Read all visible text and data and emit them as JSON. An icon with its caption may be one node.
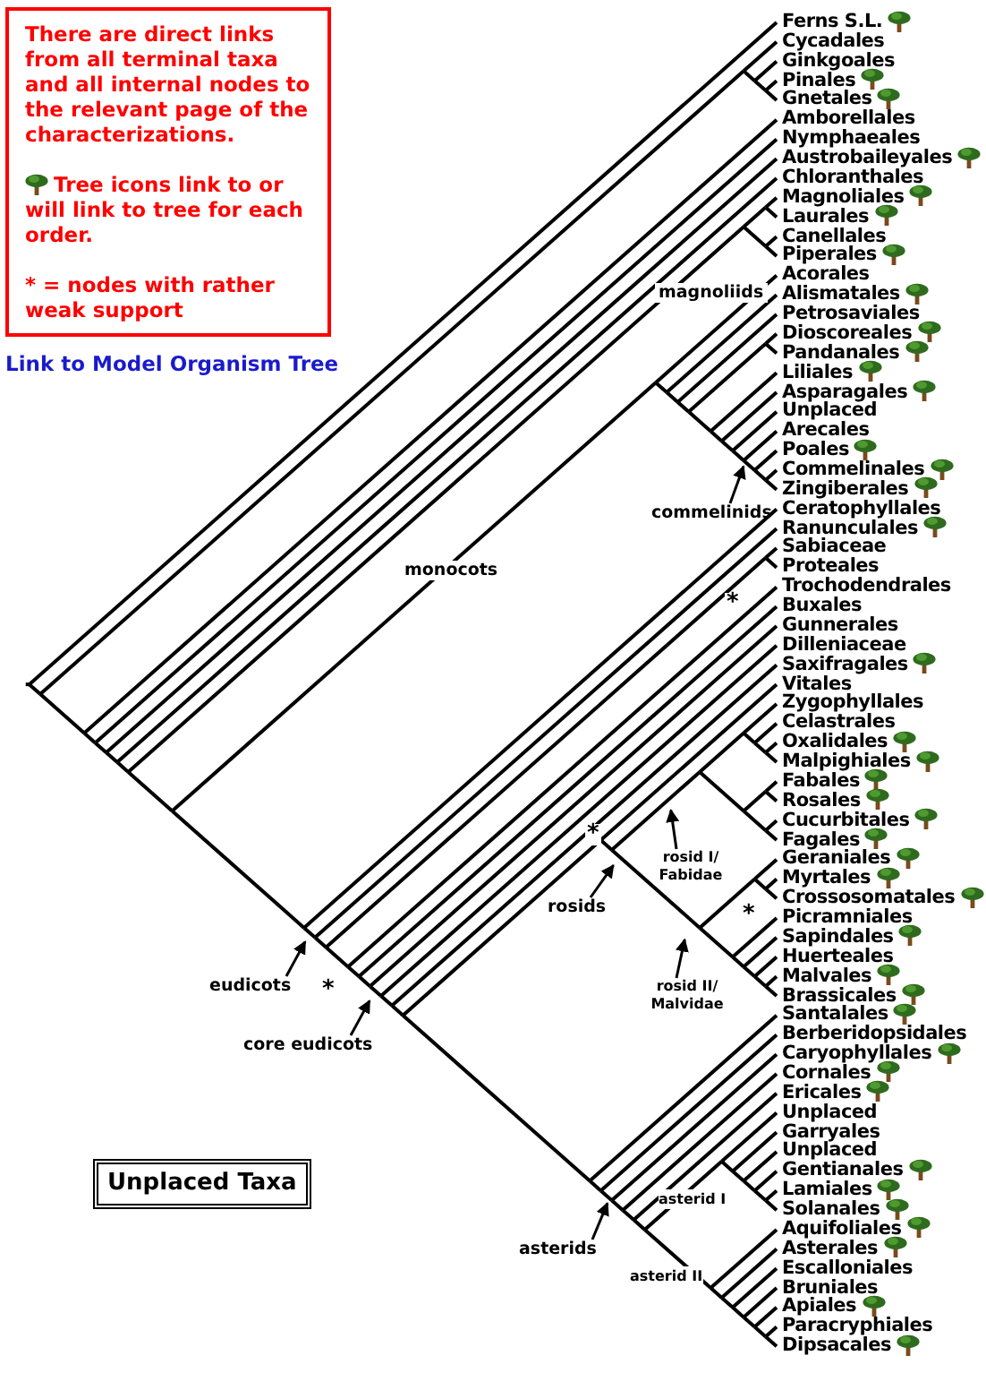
{
  "diagram": {
    "nodes": [
      {
        "text": [
          "There are direct links from all terminal taxa and all internal nodes to the relevant page of the characterizations.",
          "Tree icons link to or will link to tree for each order.",
          "* = nodes with rather weak support"
        ]
      },
      {
        "text": [
          "commelinids"
        ]
      },
      {
        "text": [
          "rosids"
        ]
      },
      {
        "text": [
          "rosid I/ Fabidae"
        ]
      },
      {
        "text": [
          "rosid II/ Malvidae"
        ]
      },
      {
        "text": [
          "eudicots"
        ]
      },
      {
        "text": [
          "core eudicots"
        ]
      },
      {
        "text": [
          "Unplaced Taxa"
        ]
      },
      {
        "text": [
          "asterids"
        ]
      }
    ],
    "edges": [
      {
        "from": 1,
        "to": null,
        "arrow": "to"
      },
      {
        "from": 2,
        "to": null,
        "arrow": "to"
      },
      {
        "from": 3,
        "to": null,
        "arrow": "to"
      },
      {
        "from": 4,
        "to": null,
        "arrow": "to"
      },
      {
        "from": 5,
        "to": null,
        "arrow": "to"
      },
      {
        "from": 6,
        "to": null,
        "arrow": "to"
      },
      {
        "from": 8,
        "to": null,
        "arrow": "to"
      }
    ],
    "labels": [
      "Ferns S.L.",
      "Cycadales",
      "Ginkgoales",
      "Pinales",
      "Gnetales",
      "Amborellales",
      "Nymphaeales",
      "Austrobaileyales",
      "Chloranthales",
      "Magnoliales",
      "Laurales",
      "Canellales",
      "Piperales",
      "Acorales",
      "Alismatales",
      "Petrosaviales",
      "Dioscoreales",
      "Pandanales",
      "Liliales",
      "Asparagales",
      "Unplaced",
      "Arecales",
      "Poales",
      "Commelinales",
      "Zingiberales",
      "Ceratophyllales",
      "Ranunculales",
      "Sabiaceae",
      "Proteales",
      "Trochodendrales",
      "Buxales",
      "Gunnerales",
      "Dilleniaceae",
      "Saxifragales",
      "Vitales",
      "Zygophyllales",
      "Celastrales",
      "Oxalidales",
      "Malpighiales",
      "Fabales",
      "Rosales",
      "Cucurbitales",
      "Fagales",
      "Geraniales",
      "Myrtales",
      "Crossosomatales",
      "Picramniales",
      "Sapindales",
      "Huerteales",
      "Malvales",
      "Brassicales",
      "Santalales",
      "Berberidopsidales",
      "Caryophyllales",
      "Cornales",
      "Ericales",
      "Unplaced",
      "Garryales",
      "Unplaced",
      "Gentianales",
      "Lamiales",
      "Solanales",
      "Aquifoliales",
      "Asterales",
      "Escalloniales",
      "Bruniales",
      "Apiales",
      "Paracryphiales",
      "Dipsacales",
      "magnoliids",
      "Link to Model Organism Tree",
      "monocots",
      "*",
      "*",
      "*",
      "*",
      "asterid I",
      "asterid II"
    ]
  }
}
